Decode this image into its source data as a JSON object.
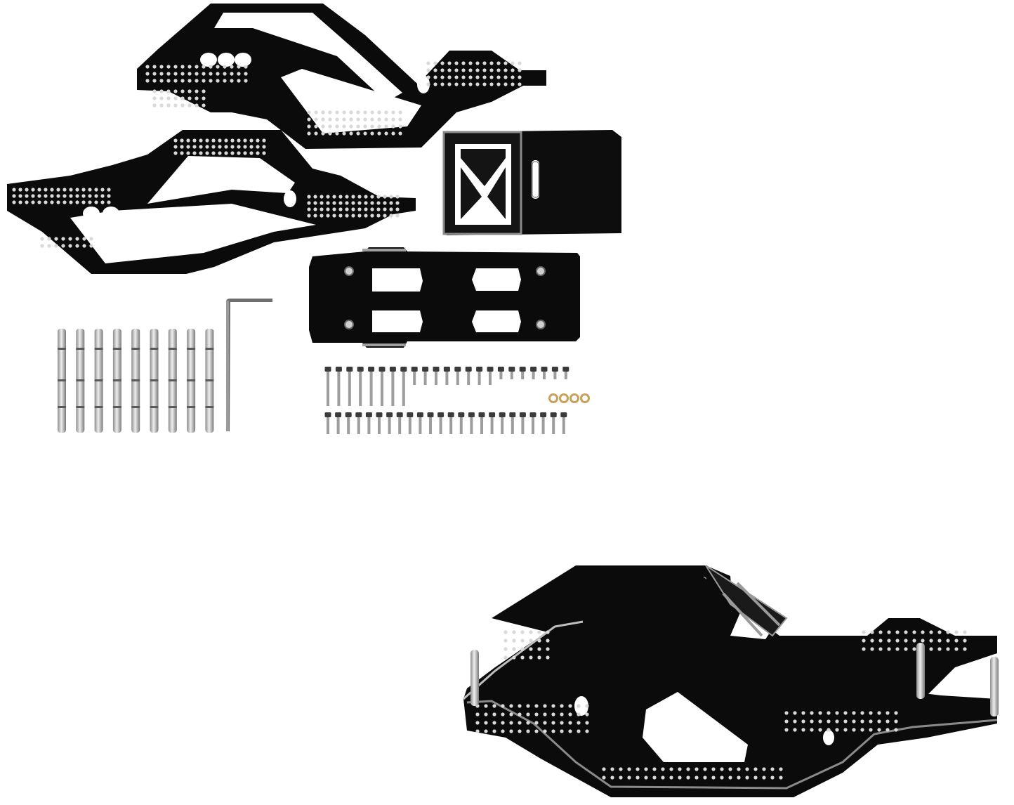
{
  "image": {
    "background": "#ffffff",
    "colors": {
      "anodized_black": "#0b0b0c",
      "hole_fill": "#d9d9d9",
      "edge_highlight": "#9a9a9a",
      "steel": "#c8c8c8",
      "brass": "#c9a15a"
    },
    "parts": {
      "side_rails": 2,
      "link_pins": 9,
      "screws_top_row": 23,
      "screws_bottom_row": 24,
      "washers": 4,
      "hex_keys": 1
    }
  }
}
